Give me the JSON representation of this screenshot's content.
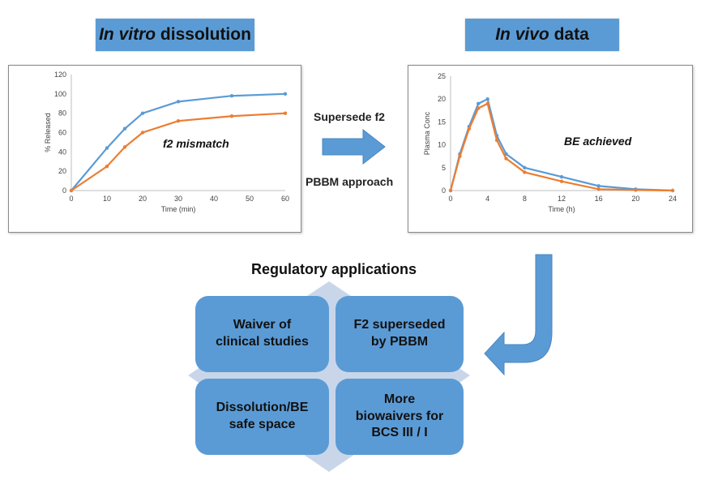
{
  "left_panel": {
    "title_italic": "In vitro",
    "title_rest": " dissolution"
  },
  "right_panel": {
    "title_italic": "In vivo",
    "title_rest": " data"
  },
  "middle": {
    "top_label": "Supersede f2",
    "bottom_label": "PBBM approach"
  },
  "regulatory": {
    "title": "Regulatory applications",
    "quadrants": [
      "Waiver of\nclinical studies",
      "F2 superseded\nby PBBM",
      "Dissolution/BE\nsafe space",
      "More\nbiowaivers for\nBCS III / I"
    ]
  },
  "colors": {
    "box_blue": "#5b9bd5",
    "series_blue": "#5b9bd5",
    "series_orange": "#ed7d31",
    "diamond": "#c9d6ea"
  },
  "chart_data": [
    {
      "type": "line",
      "title": "",
      "annotation": "f2 mismatch",
      "xlabel": "Time (min)",
      "ylabel": "% Released",
      "xlim": [
        0,
        60
      ],
      "ylim": [
        0,
        120
      ],
      "xticks": [
        0,
        10,
        20,
        30,
        40,
        50,
        60
      ],
      "yticks": [
        0,
        20,
        40,
        60,
        80,
        100,
        120
      ],
      "grid": false,
      "series": [
        {
          "color": "#5b9bd5",
          "x": [
            0,
            10,
            15,
            20,
            30,
            45,
            60
          ],
          "y": [
            0,
            44,
            64,
            80,
            92,
            98,
            100
          ]
        },
        {
          "color": "#ed7d31",
          "x": [
            0,
            10,
            15,
            20,
            30,
            45,
            60
          ],
          "y": [
            0,
            25,
            45,
            60,
            72,
            77,
            80
          ]
        }
      ]
    },
    {
      "type": "line",
      "title": "",
      "annotation": "BE achieved",
      "xlabel": "Time (h)",
      "ylabel": "Plasma Conc",
      "xlim": [
        0,
        24
      ],
      "ylim": [
        0,
        25
      ],
      "xticks": [
        0,
        4,
        8,
        12,
        16,
        20,
        24
      ],
      "yticks": [
        0,
        5,
        10,
        15,
        20,
        25
      ],
      "grid": false,
      "series": [
        {
          "color": "#5b9bd5",
          "x": [
            0,
            1,
            2,
            3,
            4,
            5,
            6,
            8,
            12,
            16,
            20,
            24
          ],
          "y": [
            0,
            8,
            14,
            19,
            20,
            12,
            8,
            5,
            3,
            1,
            0.3,
            0
          ]
        },
        {
          "color": "#ed7d31",
          "x": [
            0,
            1,
            2,
            3,
            4,
            5,
            6,
            8,
            12,
            16,
            20,
            24
          ],
          "y": [
            0,
            7.5,
            13.5,
            18,
            19,
            11,
            7,
            4,
            2,
            0.3,
            0.1,
            0
          ]
        }
      ]
    }
  ]
}
